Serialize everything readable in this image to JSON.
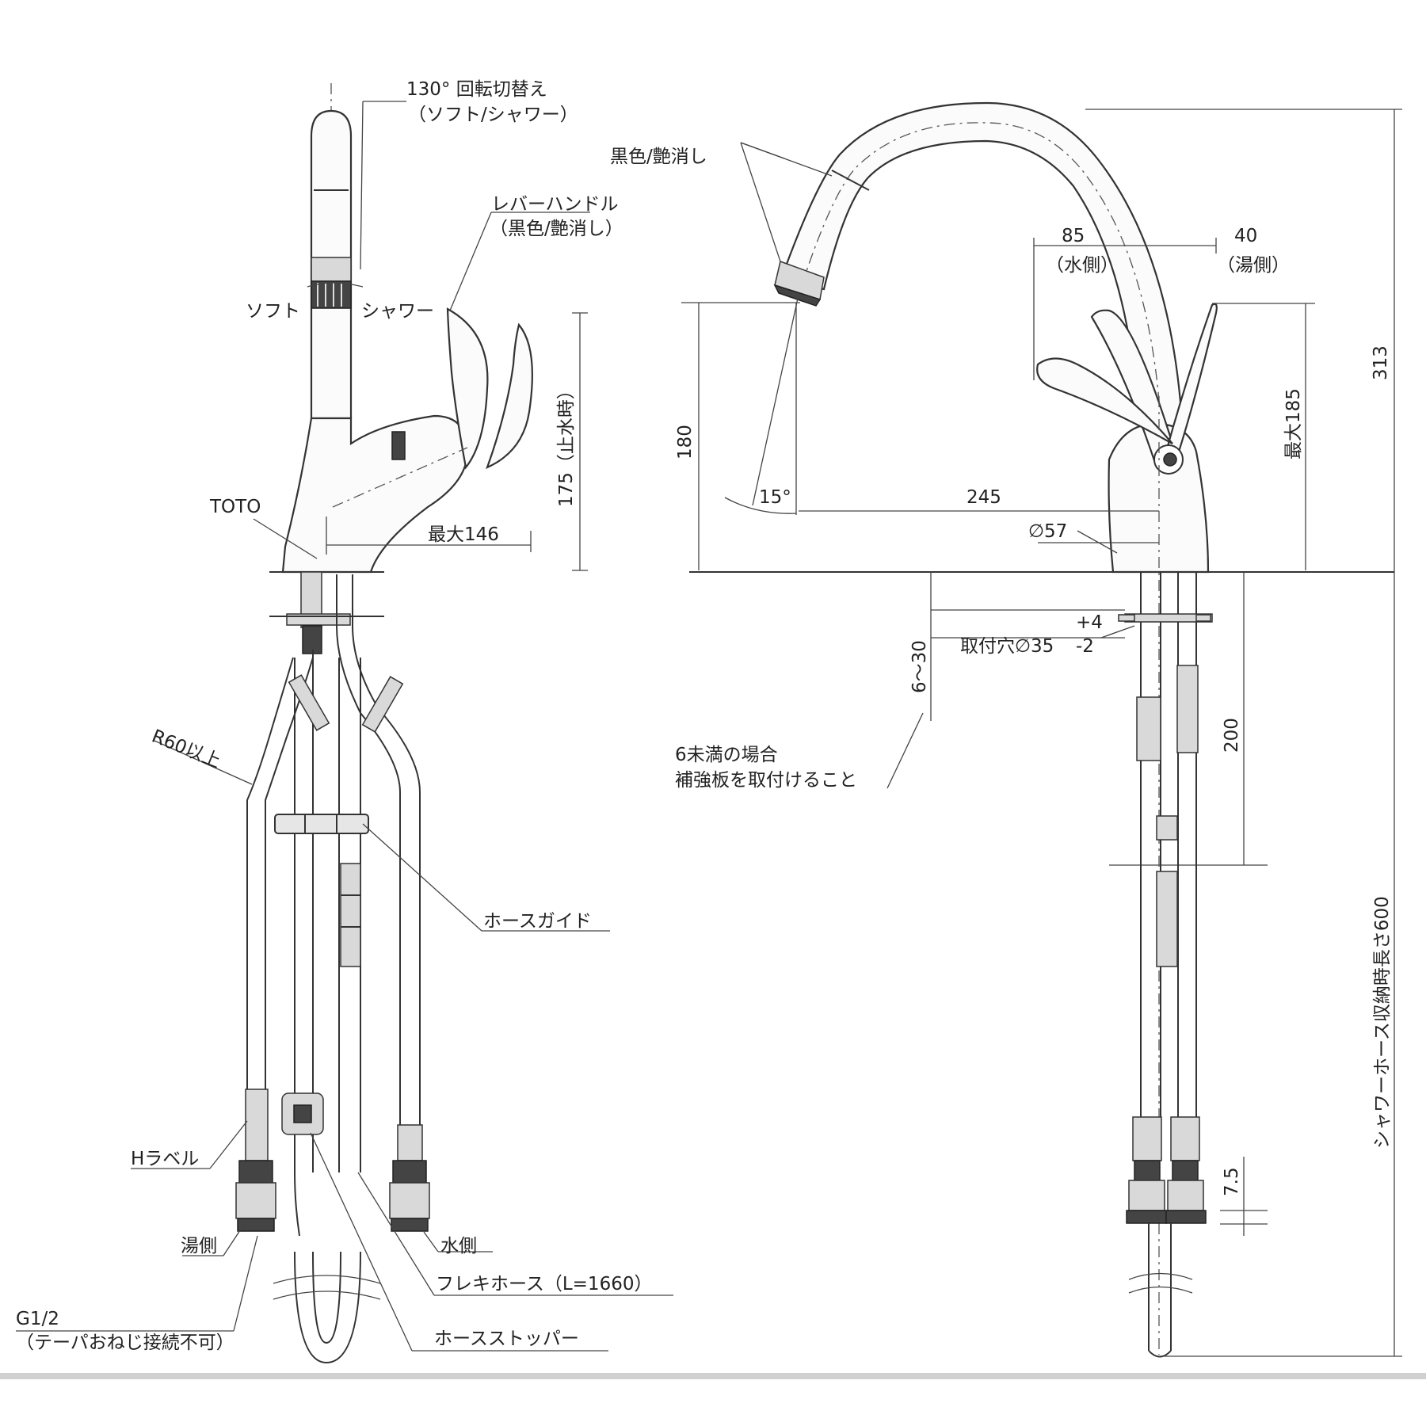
{
  "colors": {
    "line": "#333333",
    "background": "#ffffff",
    "fill_dark": "#444444"
  },
  "front_view": {
    "rotation_label": "130°  回転切替え",
    "rotation_sub": "（ソフト/シャワー）",
    "soft_label": "ソフト",
    "shower_label": "シャワー",
    "lever_label": "レバーハンドル",
    "lever_sub": "（黒色/艶消し）",
    "stop_height": "175（止水時）",
    "max_reach": "最大146",
    "brand": "TOTO",
    "bend_radius": "R60以上",
    "hose_guide": "ホースガイド",
    "h_label": "Hラベル",
    "hot_side": "湯側",
    "cold_side": "水側",
    "thread": "G1/2",
    "thread_note": "（テーパおねじ接続不可）",
    "flex_hose": "フレキホース（L=1660）",
    "hose_stopper": "ホースストッパー"
  },
  "side_view": {
    "finish_label": "黒色/艶消し",
    "spout_height": "180",
    "angle": "15°",
    "reach": "245",
    "cold_offset": "85",
    "cold_offset_sub": "（水側）",
    "hot_offset": "40",
    "hot_offset_sub": "（湯側）",
    "max_lever_height": "最大185",
    "total_height": "313",
    "base_diameter": "∅57",
    "hole_tol_plus": "+4",
    "hole_tol_minus": "-2",
    "mount_hole": "取付穴∅35",
    "counter_thickness": "6～30",
    "reinforce_note1": "6未満の場合",
    "reinforce_note2": "補強板を取付けること",
    "below_length": "200",
    "hose_length": "シャワーホース収納時長さ600",
    "bottom_dim": "7.5"
  }
}
